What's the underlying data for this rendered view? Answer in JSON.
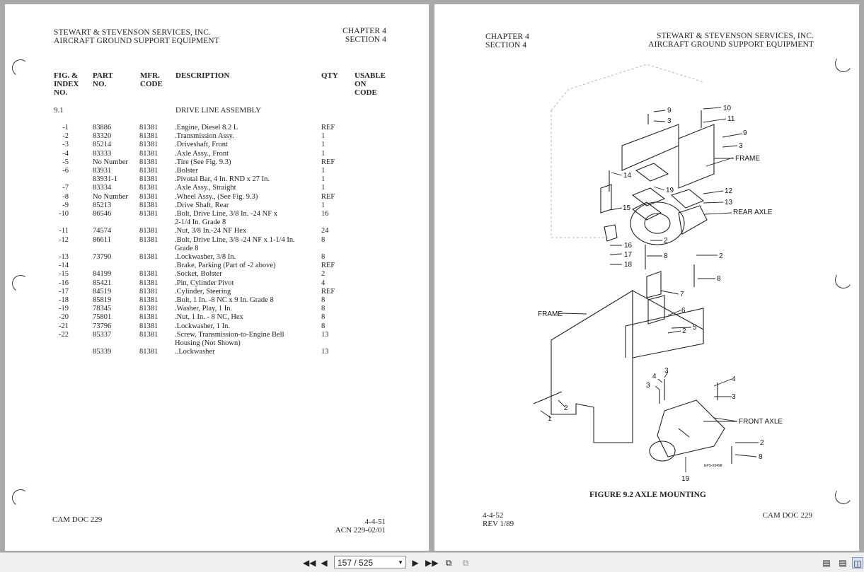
{
  "left_page": {
    "company": "STEWART & STEVENSON SERVICES, INC.",
    "division": "AIRCRAFT GROUND SUPPORT EQUIPMENT",
    "chapter": "CHAPTER 4",
    "section": "SECTION 4",
    "columns": {
      "fig_line1": "FIG. &",
      "fig_line2": "INDEX",
      "fig_line3": "NO.",
      "part_line1": "PART",
      "part_line2": "NO.",
      "mfr_line1": "MFR.",
      "mfr_line2": "CODE",
      "description": "DESCRIPTION",
      "qty": "QTY",
      "usable_line1": "USABLE",
      "usable_line2": "ON",
      "usable_line3": "CODE"
    },
    "figure_no": "9.1",
    "assembly_title": "DRIVE LINE ASSEMBLY",
    "rows": [
      {
        "idx": "-1",
        "part": "83886",
        "mfr": "81381",
        "desc": ".Engine, Diesel 8.2 L",
        "qty": "REF"
      },
      {
        "idx": "-2",
        "part": "83320",
        "mfr": "81381",
        "desc": ".Transmission Assy.",
        "qty": "1"
      },
      {
        "idx": "-3",
        "part": "85214",
        "mfr": "81381",
        "desc": ".Driveshaft, Front",
        "qty": "1"
      },
      {
        "idx": "-4",
        "part": "83333",
        "mfr": "81381",
        "desc": ".Axle Assy., Front",
        "qty": "1"
      },
      {
        "idx": "-5",
        "part": "No Number",
        "mfr": "81381",
        "desc": ".Tire (See Fig. 9.3)",
        "qty": "REF"
      },
      {
        "idx": "-6",
        "part": "83931",
        "mfr": "81381",
        "desc": ".Bolster",
        "qty": "1"
      },
      {
        "idx": "",
        "part": "83931-1",
        "mfr": "81381",
        "desc": ".Pivotal Bar, 4 In. RND x 27 In.",
        "qty": "1"
      },
      {
        "idx": "-7",
        "part": "83334",
        "mfr": "81381",
        "desc": ".Axle Assy., Straight",
        "qty": "1"
      },
      {
        "idx": "-8",
        "part": "No Number",
        "mfr": "81381",
        "desc": ".Wheel Assy., (See Fig. 9.3)",
        "qty": "REF"
      },
      {
        "idx": "-9",
        "part": "85213",
        "mfr": "81381",
        "desc": ".Drive Shaft, Rear",
        "qty": "1"
      },
      {
        "idx": "-10",
        "part": "86546",
        "mfr": "81381",
        "desc": ".Bolt, Drive Line, 3/8 In. -24 NF x",
        "desc2": "2-1/4 In. Grade 8",
        "qty": "16"
      },
      {
        "idx": "-11",
        "part": "74574",
        "mfr": "81381",
        "desc": ".Nut, 3/8 In.-24 NF Hex",
        "qty": "24"
      },
      {
        "idx": "-12",
        "part": "86611",
        "mfr": "81381",
        "desc": ".Bolt, Drive Line, 3/8 -24 NF x 1-1/4 In.",
        "desc2": "Grade 8",
        "qty": "8"
      },
      {
        "idx": "-13",
        "part": "73790",
        "mfr": "81381",
        "desc": ".Lockwasher, 3/8 In.",
        "qty": "8"
      },
      {
        "idx": "-14",
        "part": "",
        "mfr": "",
        "desc": ".Brake, Parking (Part of -2 above)",
        "qty": "REF"
      },
      {
        "idx": "-15",
        "part": "84199",
        "mfr": "81381",
        "desc": ".Socket, Bolster",
        "qty": "2"
      },
      {
        "idx": "-16",
        "part": "85421",
        "mfr": "81381",
        "desc": ".Pin, Cylinder Pivot",
        "qty": "4"
      },
      {
        "idx": "-17",
        "part": "84519",
        "mfr": "81381",
        "desc": ".Cylinder, Steering",
        "qty": "REF"
      },
      {
        "idx": "-18",
        "part": "85819",
        "mfr": "81381",
        "desc": ".Bolt, 1 In. -8 NC x 9 In. Grade 8",
        "qty": "8"
      },
      {
        "idx": "-19",
        "part": "78345",
        "mfr": "81381",
        "desc": ".Washer, Play, 1 In.",
        "qty": "8"
      },
      {
        "idx": "-20",
        "part": "75801",
        "mfr": "81381",
        "desc": ".Nut, 1 In. - 8 NC, Hex",
        "qty": "8"
      },
      {
        "idx": "-21",
        "part": "73796",
        "mfr": "81381",
        "desc": ".Lockwasher, 1 In.",
        "qty": "8"
      },
      {
        "idx": "-22",
        "part": "85337",
        "mfr": "81381",
        "desc": ".Screw, Transmission-to-Engine Bell",
        "desc2": "Housing (Not Shown)",
        "qty": "13"
      },
      {
        "idx": "",
        "part": "85339",
        "mfr": "81381",
        "desc": "..Lockwasher",
        "qty": "13"
      }
    ],
    "footer_doc": "CAM DOC 229",
    "footer_page": "4-4-51",
    "footer_acn": "ACN 229-02/01"
  },
  "right_page": {
    "chapter": "CHAPTER 4",
    "section": "SECTION 4",
    "company": "STEWART & STEVENSON SERVICES, INC.",
    "division": "AIRCRAFT GROUND SUPPORT EQUIPMENT",
    "figure_caption": "FIGURE 9.2  AXLE MOUNTING",
    "labels": {
      "frame": "FRAME",
      "rear_axle": "REAR AXLE",
      "front_axle": "FRONT AXLE",
      "drawing_no": "EPS-00498"
    },
    "callouts": [
      "1",
      "2",
      "3",
      "4",
      "5",
      "6",
      "7",
      "8",
      "9",
      "10",
      "11",
      "12",
      "13",
      "14",
      "15",
      "16",
      "17",
      "18",
      "19"
    ],
    "footer_page": "4-4-52",
    "footer_rev": "REV 1/89",
    "footer_doc": "CAM DOC 229"
  },
  "toolbar": {
    "page_indicator": "157 / 525",
    "icons": {
      "first": "first-page-icon",
      "prev": "previous-page-icon",
      "next": "next-page-icon",
      "last": "last-page-icon",
      "fit_page": "fit-page-icon",
      "fit_width": "fit-width-icon",
      "single": "single-page-icon",
      "continuous": "continuous-page-icon",
      "facing": "facing-pages-icon"
    }
  }
}
